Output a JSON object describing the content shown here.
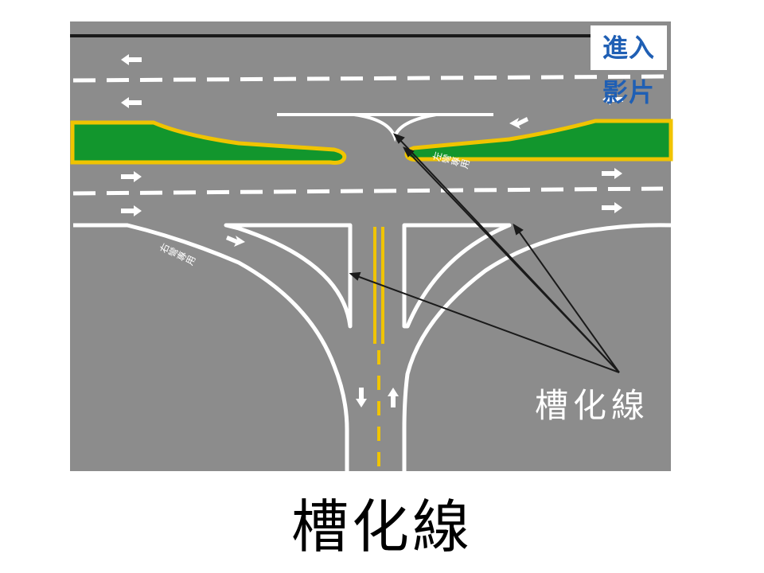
{
  "video_link": {
    "label": "進入影片"
  },
  "diagram": {
    "left_turn_label": "左彎專用",
    "right_turn_label": "右彎專用",
    "callout_label": "槽化線",
    "colors": {
      "road": "#8c8c8c",
      "marking": "#ffffff",
      "median_fill": "#12962d",
      "median_edge": "#f0c400",
      "center_line": "#f0c400",
      "arrow_line": "#1a1a1a"
    }
  },
  "page": {
    "title": "槽化線"
  }
}
